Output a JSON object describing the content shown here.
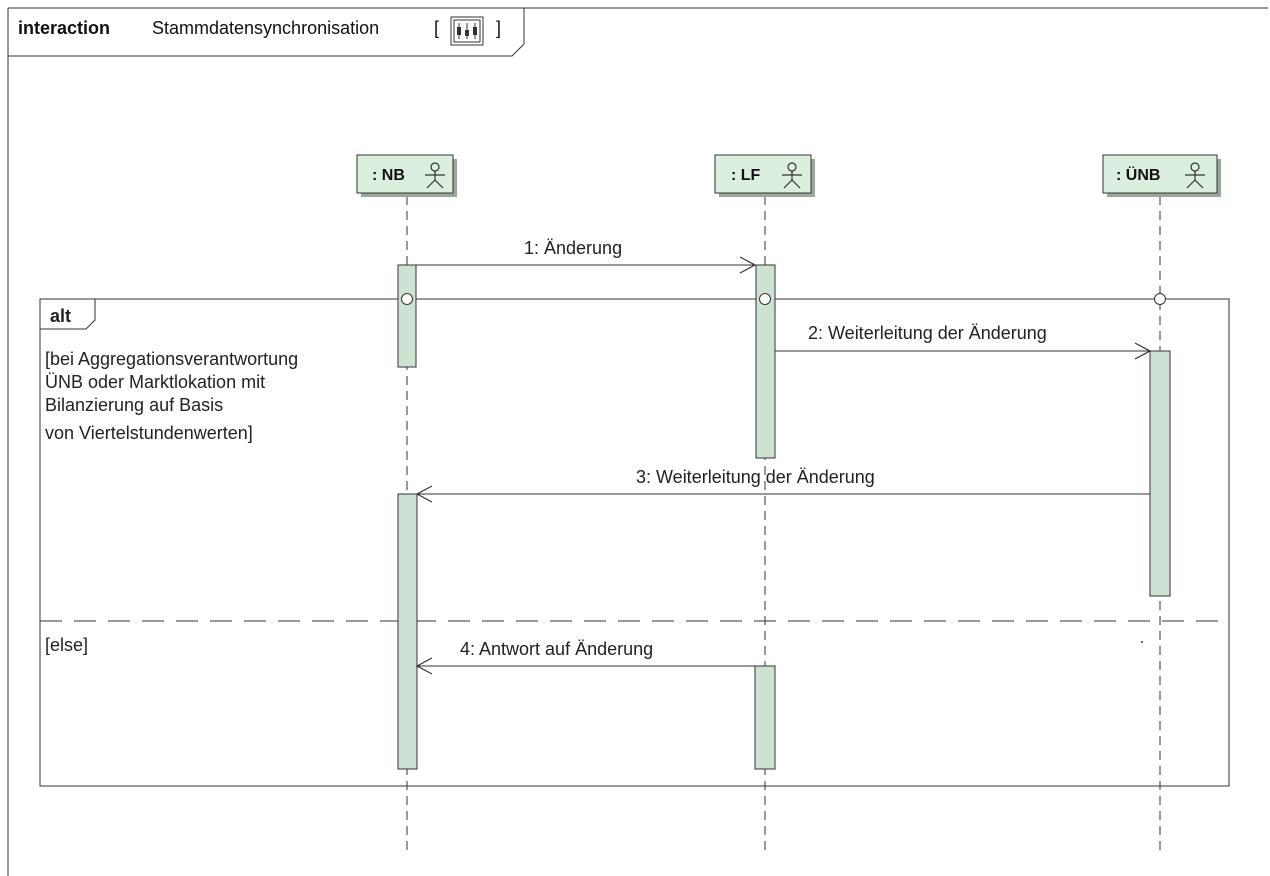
{
  "frame": {
    "keyword": "interaction",
    "name": "Stammdatensynchronisation",
    "bracket_open": "[",
    "bracket_close": "]"
  },
  "lifelines": [
    {
      "label": ": NB"
    },
    {
      "label": ": LF"
    },
    {
      "label": ": ÜNB"
    }
  ],
  "messages": [
    {
      "label": "1: Änderung"
    },
    {
      "label": "2: Weiterleitung der Änderung"
    },
    {
      "label": "3: Weiterleitung der Änderung"
    },
    {
      "label": "4: Antwort auf Änderung"
    }
  ],
  "fragment": {
    "operator": "alt",
    "guard1_lines": [
      "[bei Aggregationsverantwortung",
      "ÜNB oder Marktlokation mit",
      "Bilanzierung auf Basis",
      "von Viertelstundenwerten]"
    ],
    "guard2": "[else]"
  },
  "colors": {
    "activation_fill": "#cde3d1",
    "lifeline_header_fill": "#dceedd",
    "stroke": "#333333"
  }
}
